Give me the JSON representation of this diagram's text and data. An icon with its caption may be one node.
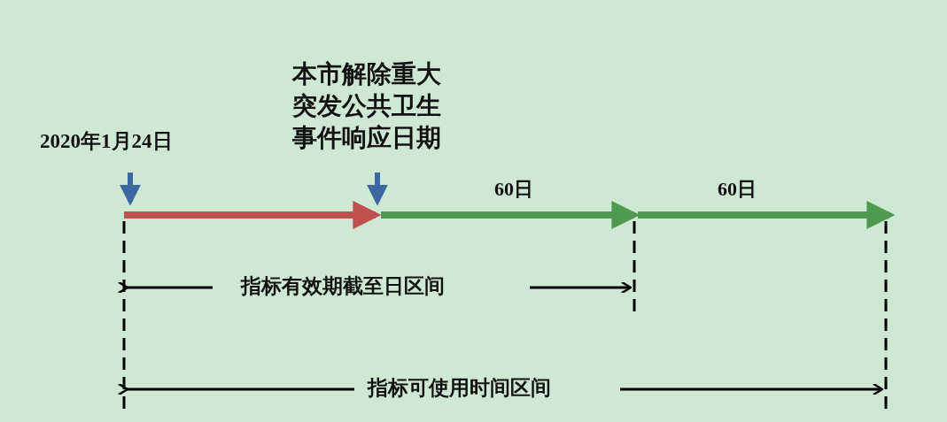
{
  "diagram": {
    "labels": [
      "2020年1月24日",
      "本市解除重大突发公共卫生事件响应日期",
      "60日",
      "60日",
      "指标有效期截至日区间",
      "指标可使用时间区间"
    ]
  }
}
